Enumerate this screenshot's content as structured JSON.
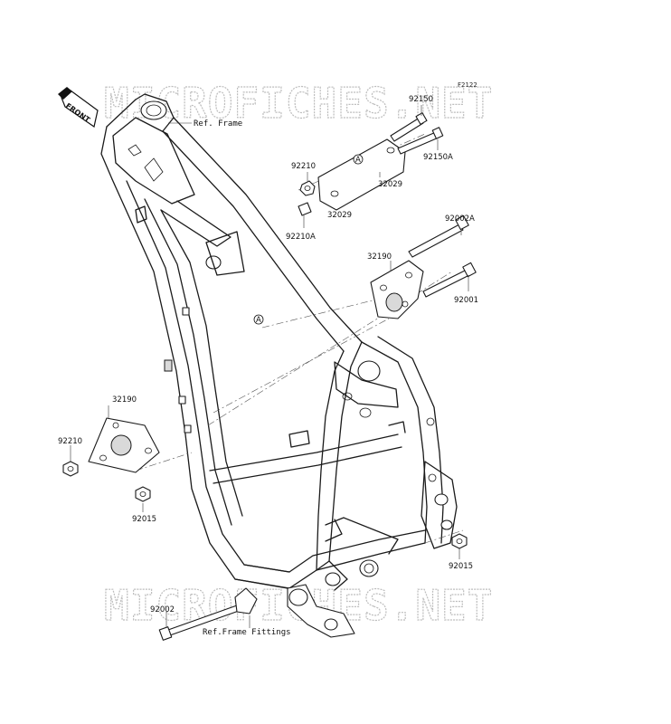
{
  "diagram": {
    "code": "F2122",
    "front_label": "FRONT",
    "watermark": "MICROFICHES.NET",
    "refs": {
      "frame": "Ref. Frame",
      "frame_fittings": "Ref.Frame Fittings"
    },
    "marker": "A",
    "parts": {
      "p92150": "92150",
      "p92150A": "92150A",
      "p92210_top": "92210",
      "p92210A": "92210A",
      "p32029_a": "32029",
      "p32029_b": "32029",
      "p92002A": "92002A",
      "p32190_top": "32190",
      "p92001": "92001",
      "p32190_left": "32190",
      "p92210_left": "92210",
      "p92015_left": "92015",
      "p92015_right": "92015",
      "p92002": "92002"
    }
  }
}
